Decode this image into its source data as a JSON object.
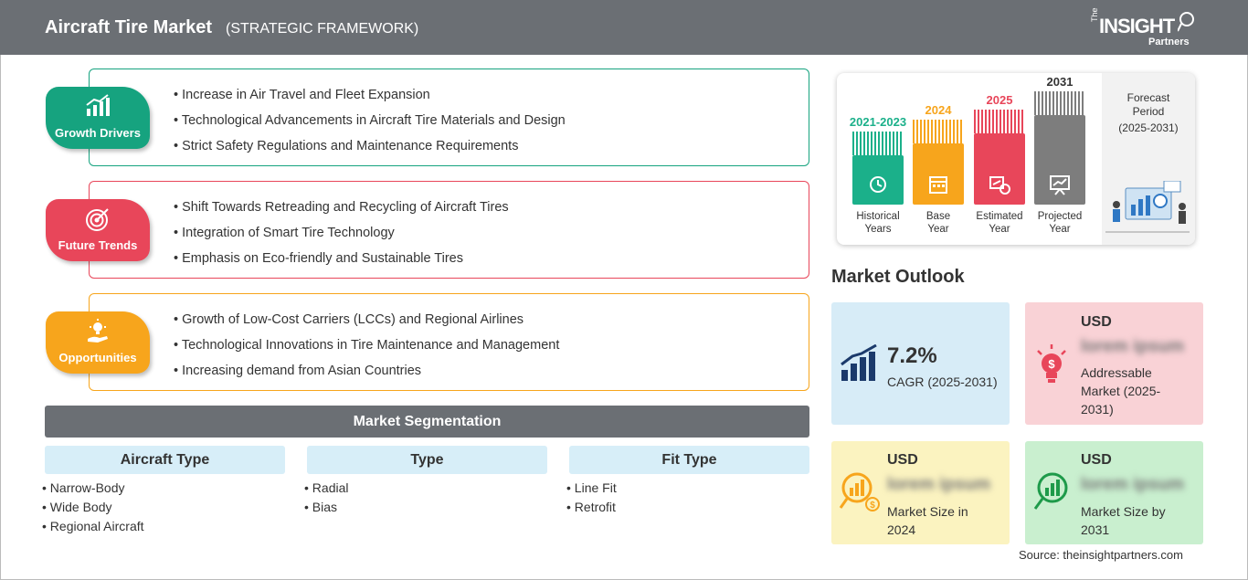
{
  "header": {
    "title": "Aircraft Tire Market",
    "subtitle": "(STRATEGIC FRAMEWORK)",
    "logo": {
      "the": "The",
      "insight": "INSIGHT",
      "partners": "Partners"
    }
  },
  "framework": {
    "growth_drivers": {
      "label": "Growth Drivers",
      "color": "#16a37f",
      "items": [
        "Increase in Air Travel and Fleet Expansion",
        "Technological Advancements in Aircraft Tire Materials and Design",
        "Strict Safety Regulations and Maintenance Requirements"
      ]
    },
    "future_trends": {
      "label": "Future Trends",
      "color": "#e8465a",
      "items": [
        "Shift Towards Retreading and Recycling of Aircraft Tires",
        "Integration of Smart Tire Technology",
        "Emphasis on Eco-friendly and Sustainable Tires"
      ]
    },
    "opportunities": {
      "label": "Opportunities",
      "color": "#f7a51c",
      "items": [
        "Growth of Low-Cost Carriers (LCCs) and Regional Airlines",
        "Technological Innovations in Tire Maintenance and Management",
        "Increasing demand from Asian Countries"
      ]
    }
  },
  "segmentation": {
    "title": "Market Segmentation",
    "columns": [
      {
        "heading": "Aircraft Type",
        "items": [
          "Narrow-Body",
          "Wide Body",
          "Regional Aircraft"
        ]
      },
      {
        "heading": "Type",
        "items": [
          "Radial",
          "Bias"
        ]
      },
      {
        "heading": "Fit Type",
        "items": [
          "Line Fit",
          "Retrofit"
        ]
      }
    ]
  },
  "timeline": {
    "historical": {
      "year": "2021-2023",
      "caption": [
        "Historical",
        "Years"
      ],
      "color": "#1bb08a"
    },
    "base": {
      "year": "2024",
      "caption": [
        "Base",
        "Year"
      ],
      "color": "#f7a51c"
    },
    "estimated": {
      "year": "2025",
      "caption": [
        "Estimated",
        "Year"
      ],
      "color": "#e8465a"
    },
    "projected": {
      "year": "2031",
      "caption": [
        "Projected",
        "Year"
      ],
      "color": "#7d7d7d"
    },
    "forecast": {
      "line1": "Forecast",
      "line2": "Period",
      "line3": "(2025-2031)"
    }
  },
  "outlook": {
    "title": "Market Outlook",
    "cagr": {
      "value": "7.2%",
      "label": "CAGR (2025-2031)",
      "bg": "#d7ecf7"
    },
    "addressable": {
      "usd": "USD",
      "value": "lorem ipsum",
      "label": [
        "Addressable",
        "Market (2025-",
        "2031)"
      ],
      "bg": "#f9d2d6"
    },
    "size_2024": {
      "usd": "USD",
      "value": "lorem ipsum",
      "label": [
        "Market Size in",
        "2024"
      ],
      "bg": "#fbf3c0"
    },
    "size_2031": {
      "usd": "USD",
      "value": "lorem ipsum",
      "label": [
        "Market Size by",
        "2031"
      ],
      "bg": "#c9efcf"
    }
  },
  "source": "Source: theinsightpartners.com"
}
